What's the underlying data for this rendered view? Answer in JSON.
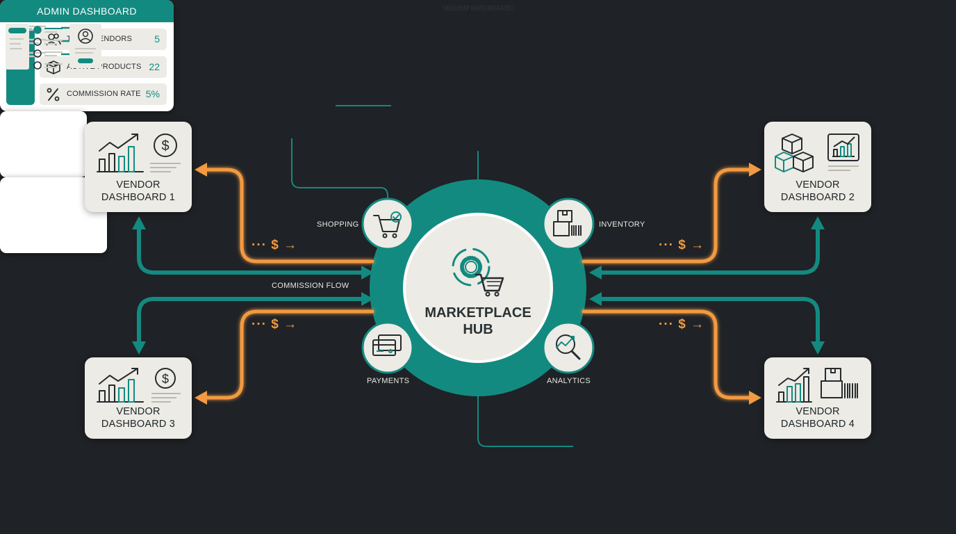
{
  "hub": {
    "line1": "MARKETPLACE",
    "line2": "HUB"
  },
  "admin": {
    "title": "ADMIN DASHBOARD",
    "stats": [
      {
        "label": "TOTAL VENDORS",
        "value": "5",
        "icon": "users-icon"
      },
      {
        "label": "ACTIVE PRODUCTS",
        "value": "22",
        "icon": "box-icon"
      },
      {
        "label": "COMMISSION RATE",
        "value": "5%",
        "icon": "percent-icon"
      }
    ]
  },
  "seller": {
    "title": "SELLER DASHBOARD"
  },
  "buyer": {
    "title": "BUYER INTERFACE"
  },
  "vendors": [
    {
      "line1": "VENDOR",
      "line2": "DASHBOARD 1"
    },
    {
      "line1": "VENDOR",
      "line2": "DASHBOARD 2"
    },
    {
      "line1": "VENDOR",
      "line2": "DASHBOARD 3"
    },
    {
      "line1": "VENDOR",
      "line2": "DASHBOARD 4"
    }
  ],
  "modules": {
    "shopping": "SHOPPING",
    "inventory": "INVENTORY",
    "payments": "PAYMENTS",
    "analytics": "ANALYTICS"
  },
  "flow": {
    "commission_label": "COMMISSION FLOW",
    "money_symbol": "··· $ →"
  },
  "colors": {
    "background": "#1f2226",
    "teal": "#138a80",
    "orange": "#f29a42",
    "card": "#ecebe5"
  }
}
